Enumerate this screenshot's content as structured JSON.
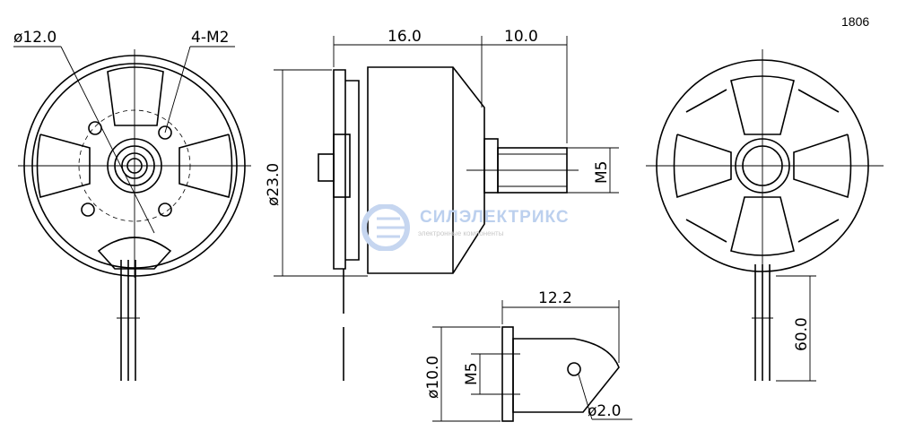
{
  "model": "1806",
  "front_view": {
    "hub_diameter": "ø12.0",
    "mount_holes": "4-M2"
  },
  "side_view": {
    "length_body": "16.0",
    "length_shaft": "10.0",
    "body_diameter": "ø23.0",
    "shaft_thread": "M5"
  },
  "prop_adapter": {
    "length": "12.2",
    "diameter": "ø10.0",
    "thread": "M5",
    "hole": "ø2.0"
  },
  "back_view": {
    "wire_length": "60.0"
  },
  "watermark": {
    "brand": "СИЛЭЛЕКТРИКС",
    "tagline": "электронные компоненты"
  }
}
